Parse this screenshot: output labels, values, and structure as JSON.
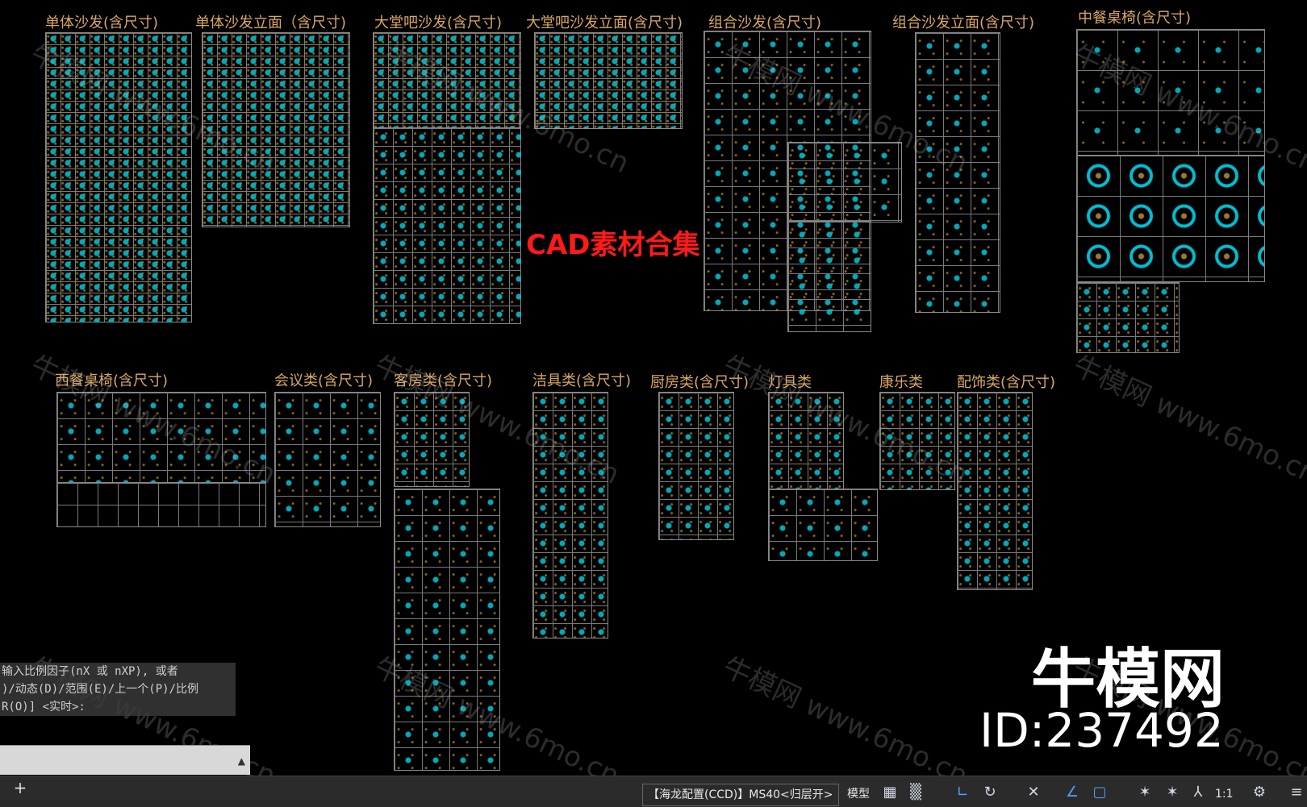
{
  "main_title": "CAD素材合集",
  "block_titles": [
    "单体沙发(含尺寸)",
    "单体沙发立面（含尺寸)",
    "大堂吧沙发(含尺寸)",
    "大堂吧沙发立面(含尺寸)",
    "组合沙发(含尺寸)",
    "组合沙发立面(含尺寸)",
    "中餐桌椅(含尺寸)",
    "西餐桌椅(含尺寸)",
    "会议类(含尺寸)",
    "客房类(含尺寸)",
    "洁具类(含尺寸)",
    "厨房类(含尺寸)",
    "灯具类",
    "康乐类",
    "配饰类(含尺寸)"
  ],
  "watermark": "牛模网 www.6mo.cn",
  "brand": {
    "name": "牛模网",
    "id": "ID:237492"
  },
  "command_history": [
    "输入比例因子(nX 或 nXP), 或者",
    ")/动态(D)/范围(E)/上一个(P)/比例",
    "R(O)] <实时>:"
  ],
  "statusbar": {
    "config": "【海龙配置(CCD)】MS40<归层开>",
    "model_label": "模型",
    "scale": "1:1",
    "icons": [
      "grid-icon",
      "snap-icon",
      "ortho-icon",
      "polar-icon",
      "osnap-icon",
      "otrack-icon",
      "ucs-icon",
      "anno-icon",
      "workspace-icon",
      "settings-icon"
    ]
  }
}
